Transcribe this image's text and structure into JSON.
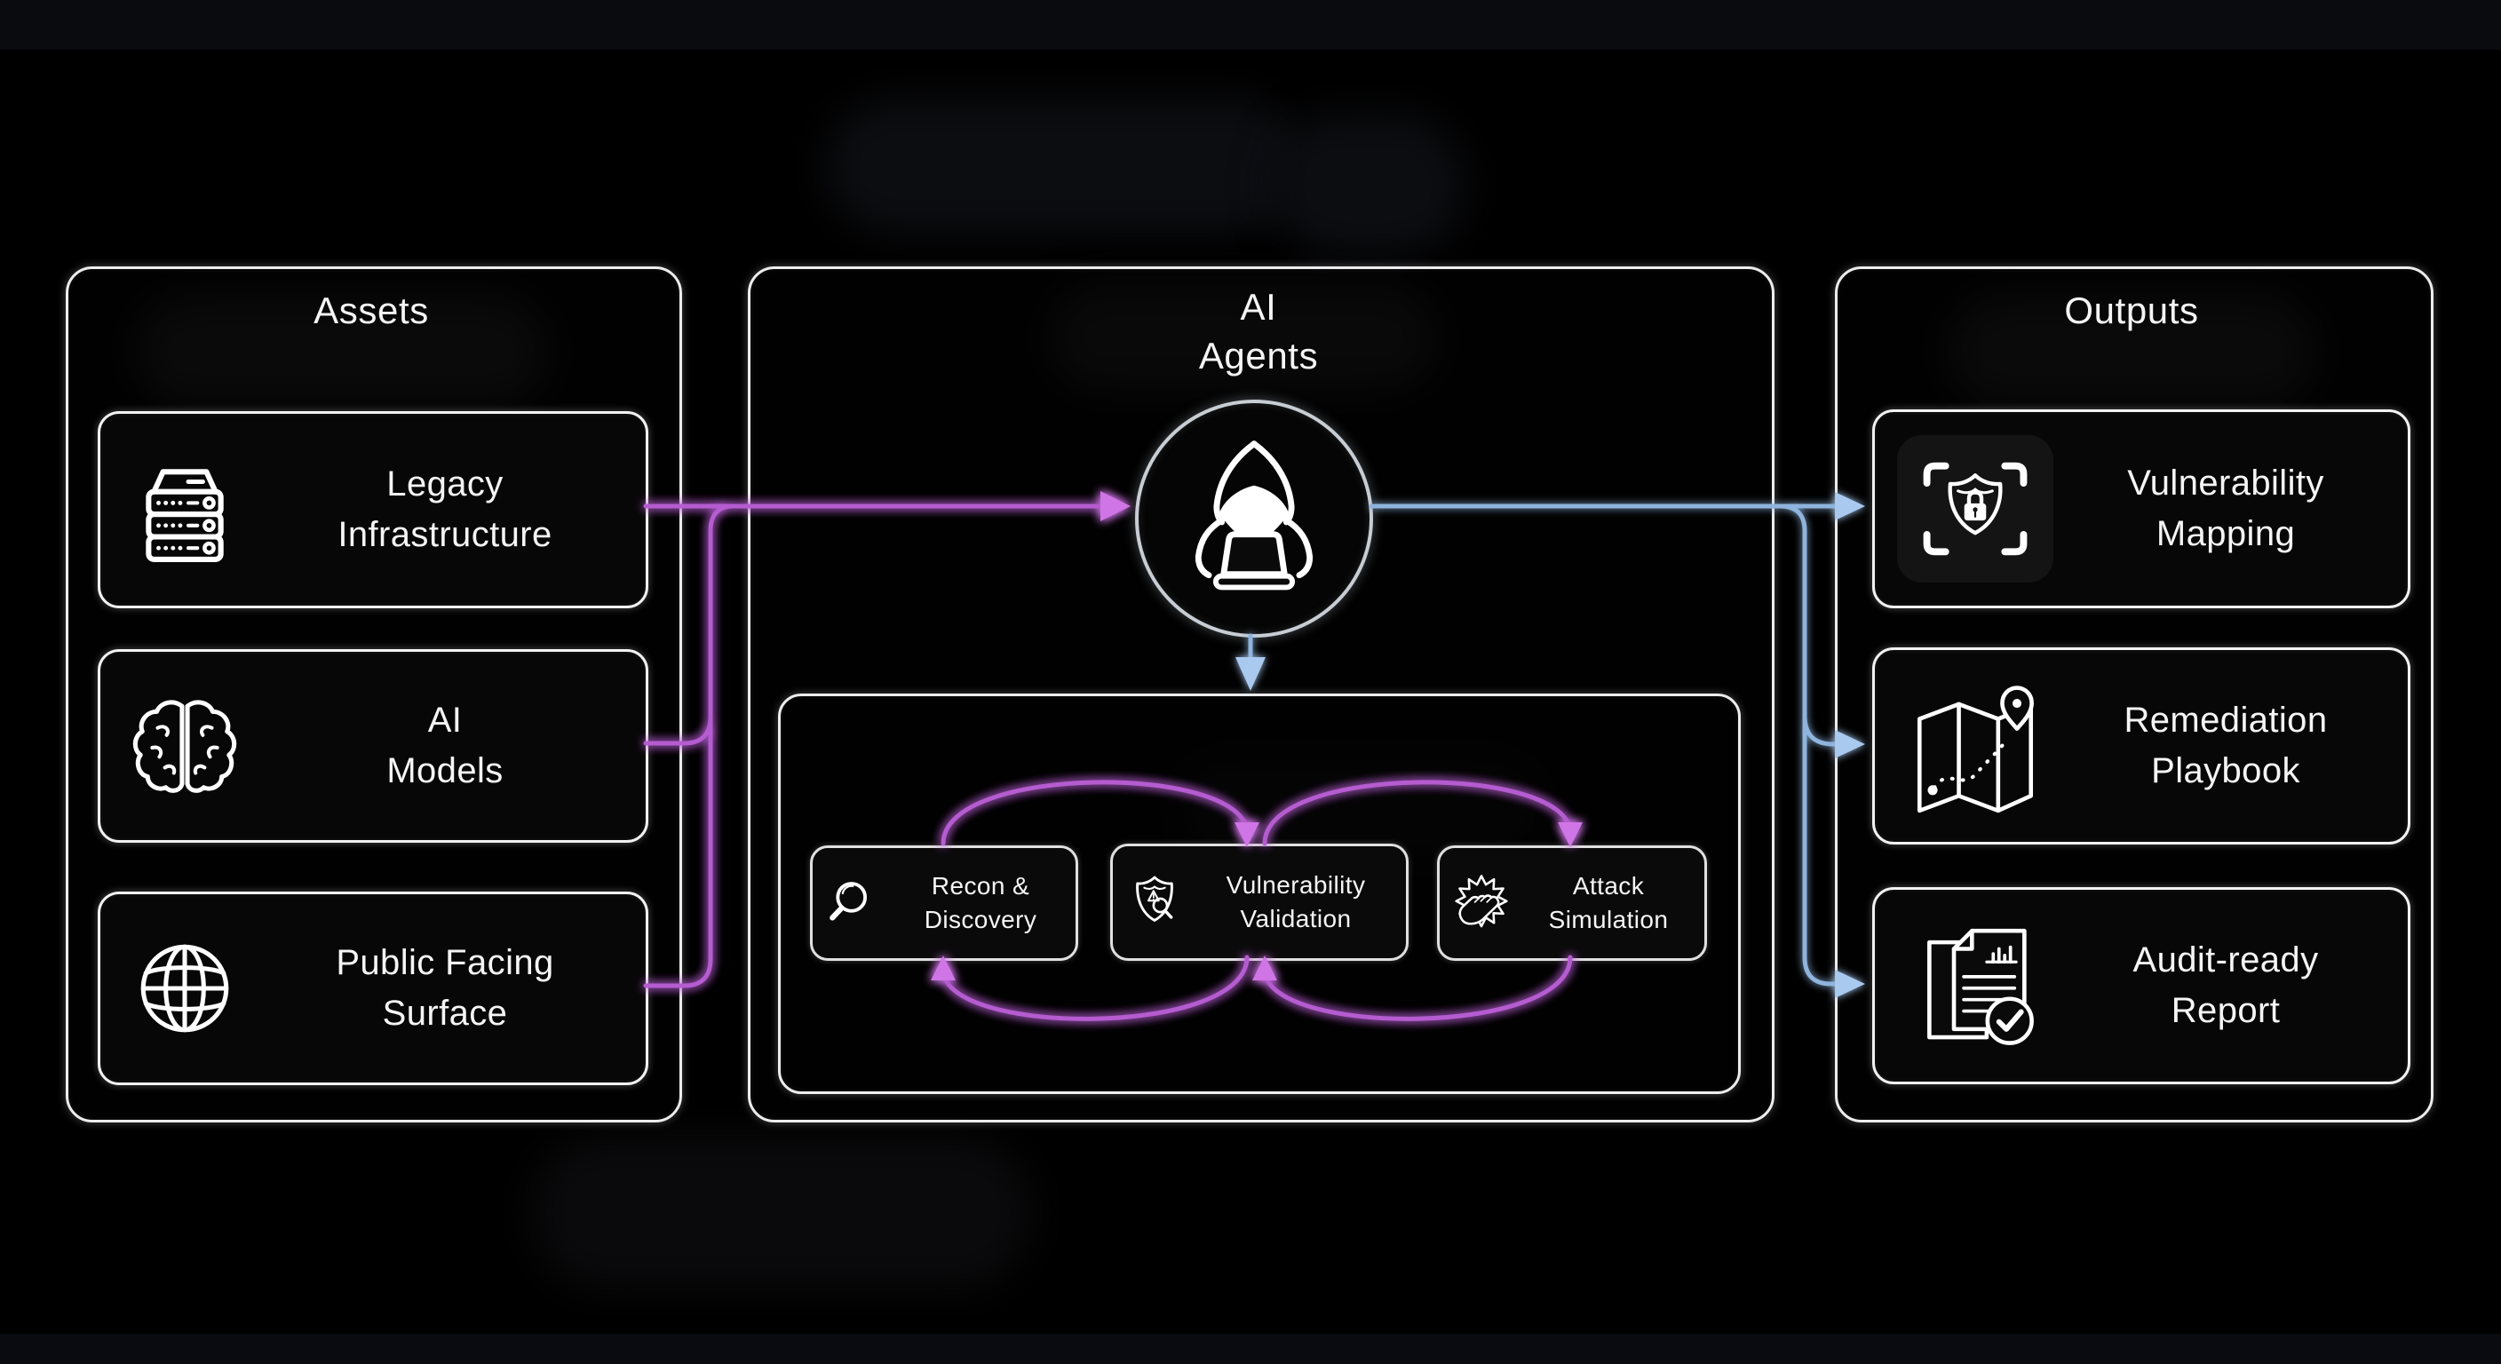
{
  "colors": {
    "bg": "#000000",
    "panel-border": "#ededed",
    "box-border": "#f2f2f2",
    "task-border": "#e0e0e0",
    "circle-border": "#c7cdd3",
    "text": "#f5f5f5",
    "magenta": "#b55cd0",
    "magenta-bright": "#cf74e6",
    "blue": "#8fb4dd",
    "blue-bright": "#a9c9ef",
    "icon": "#ffffff",
    "tile": "#141414"
  },
  "assets": {
    "title": "Assets",
    "items": [
      {
        "icon": "server-icon",
        "label": "Legacy\nInfrastructure"
      },
      {
        "icon": "brain-icon",
        "label": "AI\nModels"
      },
      {
        "icon": "globe-icon",
        "label": "Public Facing\nSurface"
      }
    ]
  },
  "agents": {
    "title": "AI\nAgents",
    "hub_icon": "hacker-icon",
    "tasks": [
      {
        "icon": "magnifier-icon",
        "label": "Recon &\nDiscovery"
      },
      {
        "icon": "shield-alert-magnifier-icon",
        "label": "Vulnerability\nValidation"
      },
      {
        "icon": "fist-burst-icon",
        "label": "Attack\nSimulation"
      }
    ]
  },
  "outputs": {
    "title": "Outputs",
    "items": [
      {
        "icon": "scan-shield-lock-icon",
        "label": "Vulnerability\nMapping"
      },
      {
        "icon": "map-route-pin-icon",
        "label": "Remediation\nPlaybook"
      },
      {
        "icon": "report-check-icon",
        "label": "Audit-ready\nReport"
      }
    ]
  },
  "flows": [
    {
      "from": "Legacy Infrastructure",
      "to": "AI Agents",
      "color": "magenta"
    },
    {
      "from": "AI Models",
      "to": "AI Agents",
      "color": "magenta"
    },
    {
      "from": "Public Facing Surface",
      "to": "AI Agents",
      "color": "magenta"
    },
    {
      "from": "AI Agents",
      "to": "Agent task loop",
      "color": "blue"
    },
    {
      "from": "Recon & Discovery",
      "to": "Vulnerability Validation",
      "style": "loop",
      "color": "magenta"
    },
    {
      "from": "Vulnerability Validation",
      "to": "Attack Simulation",
      "style": "loop",
      "color": "magenta"
    },
    {
      "from": "AI Agents",
      "to": "Vulnerability Mapping",
      "color": "blue"
    },
    {
      "from": "AI Agents",
      "to": "Remediation Playbook",
      "color": "blue"
    },
    {
      "from": "AI Agents",
      "to": "Audit-ready Report",
      "color": "blue"
    }
  ]
}
